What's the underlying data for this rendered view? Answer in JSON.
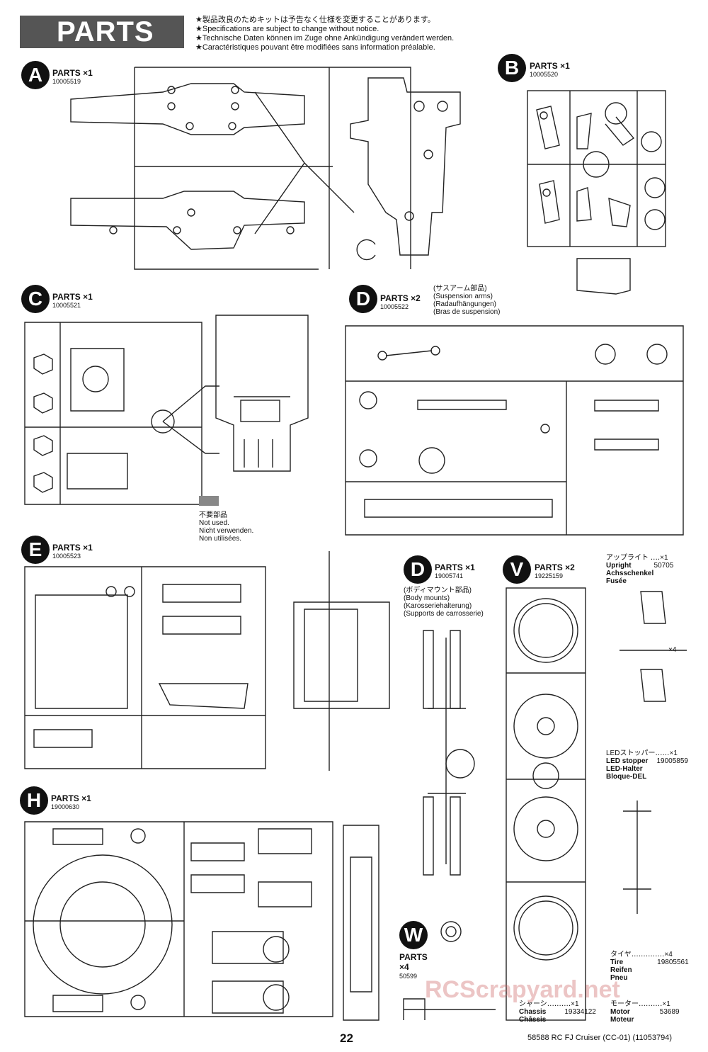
{
  "header": {
    "title": "PARTS",
    "notes": [
      "★製品改良のためキットは予告なく仕様を変更することがあります。",
      "★Specifications are subject to change without notice.",
      "★Technische Daten können im Zuge ohne Ankündigung verändert werden.",
      "★Caractéristiques pouvant être modifiées sans information préalable."
    ]
  },
  "sections": {
    "A": {
      "letter": "A",
      "qty": "PARTS ×1",
      "number": "10005519"
    },
    "B": {
      "letter": "B",
      "qty": "PARTS ×1",
      "number": "10005520"
    },
    "C": {
      "letter": "C",
      "qty": "PARTS ×1",
      "number": "10005521"
    },
    "D": {
      "letter": "D",
      "qty": "PARTS ×2",
      "number": "10005522",
      "desc": [
        "(サスアーム部品)",
        "(Suspension arms)",
        "(Radaufhängungen)",
        "(Bras de suspension)"
      ]
    },
    "E": {
      "letter": "E",
      "qty": "PARTS ×1",
      "number": "10005523"
    },
    "D2": {
      "letter": "D",
      "qty": "PARTS ×1",
      "number": "19005741",
      "desc": [
        "(ボディマウント部品)",
        "(Body mounts)",
        "(Karosseriehalterung)",
        "(Supports de carrosserie)"
      ]
    },
    "V": {
      "letter": "V",
      "qty": "PARTS ×2",
      "number": "19225159"
    },
    "H": {
      "letter": "H",
      "qty": "PARTS ×1",
      "number": "19000630"
    },
    "W": {
      "letter": "W",
      "qty": "PARTS",
      "qty2": "×4",
      "number": "50599"
    }
  },
  "not_used": [
    "不要部品",
    "Not used.",
    "Nicht verwenden.",
    "Non utilisées."
  ],
  "side_parts": {
    "upright": {
      "jp": "アップライト ‥‥×1",
      "en": "Upright",
      "num": "50705",
      "de": "Achsschenkel",
      "fr": "Fusée",
      "qty": "×4"
    },
    "led": {
      "jp": "LEDストッパー‥‥‥×1",
      "en": "LED stopper",
      "num": "19005859",
      "de": "LED-Halter",
      "fr": "Bloque-DEL"
    },
    "tire": {
      "jp": "タイヤ‥‥‥‥‥‥‥×4",
      "en": "Tire",
      "num": "19805561",
      "de": "Reifen",
      "fr": "Pneu"
    },
    "chassis": {
      "jp": "シャーシ‥‥‥‥‥×1",
      "en": "Chassis",
      "num": "19334122",
      "fr": "Châssis"
    },
    "motor": {
      "jp": "モーター‥‥‥‥‥×1",
      "en": "Motor",
      "num": "53689",
      "fr": "Moteur"
    }
  },
  "footer": {
    "page": "22",
    "id": "58588 RC FJ Cruiser (CC-01) (11053794)"
  },
  "watermark": "RCScrapyard.net"
}
